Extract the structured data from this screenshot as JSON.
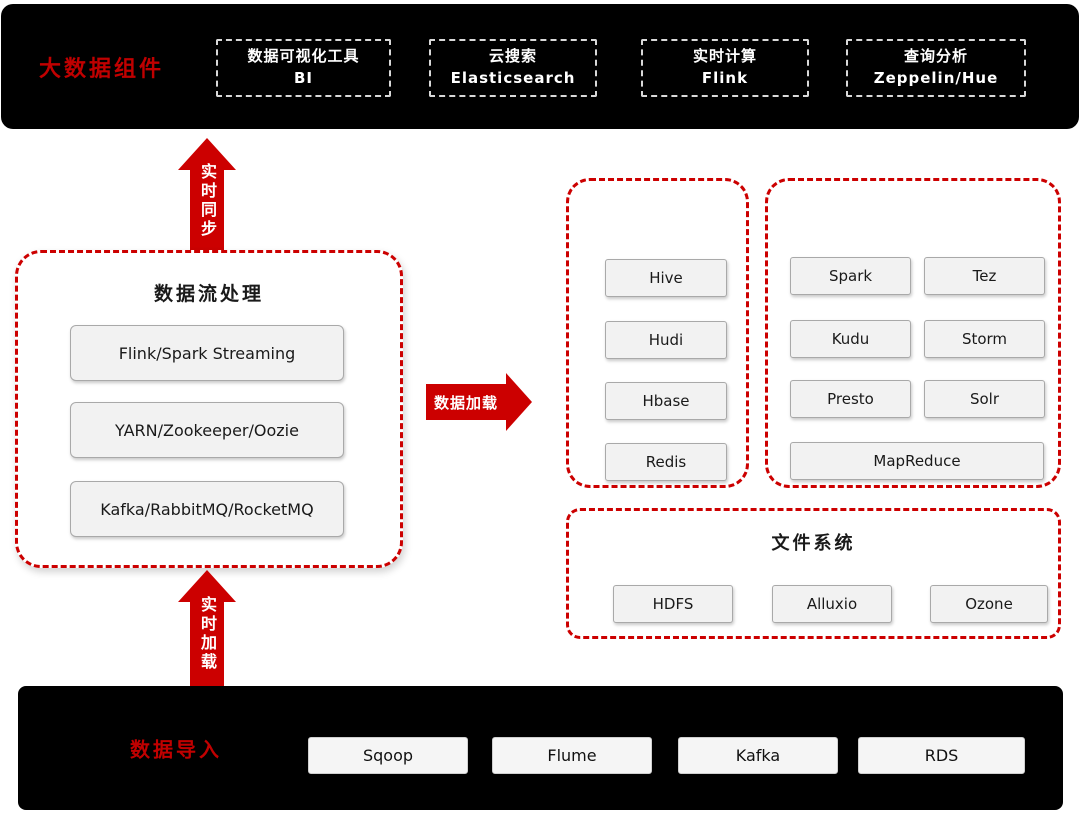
{
  "colors": {
    "red_text": "#c00000",
    "red_arrow": "#cc0000",
    "bar_bg": "#000000",
    "box_bg": "#f2f2f2"
  },
  "top_bar": {
    "label": "大数据组件",
    "items": [
      {
        "line1": "数据可视化工具",
        "line2": "BI"
      },
      {
        "line1": "云搜索",
        "line2": "Elasticsearch"
      },
      {
        "line1": "实时计算",
        "line2": "Flink"
      },
      {
        "line1": "查询分析",
        "line2": "Zeppelin/Hue"
      }
    ]
  },
  "arrows": {
    "realtime_sync": "实时同步",
    "data_load": "数据加载",
    "realtime_load": "实时加载"
  },
  "stream_processing": {
    "title": "数据流处理",
    "items": [
      "Flink/Spark Streaming",
      "YARN/Zookeeper/Oozie",
      "Kafka/RabbitMQ/RocketMQ"
    ]
  },
  "storage_left": {
    "items": [
      "Hive",
      "Hudi",
      "Hbase",
      "Redis"
    ]
  },
  "compute_right": {
    "grid": [
      "Spark",
      "Tez",
      "Kudu",
      "Storm",
      "Presto",
      "Solr"
    ],
    "wide": "MapReduce"
  },
  "file_system": {
    "title": "文件系统",
    "items": [
      "HDFS",
      "Alluxio",
      "Ozone"
    ]
  },
  "bottom_bar": {
    "label": "数据导入",
    "items": [
      "Sqoop",
      "Flume",
      "Kafka",
      "RDS"
    ]
  }
}
